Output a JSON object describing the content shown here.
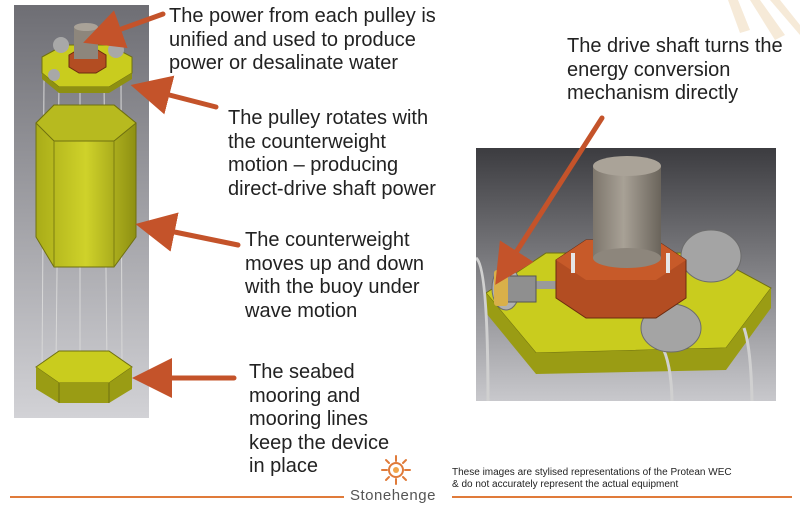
{
  "captions": {
    "pulley_power": "The power from each pulley is\nunified and used to produce\npower or desalinate water",
    "pulley_rotates": "The pulley rotates with\nthe counterweight\nmotion – producing\ndirect-drive shaft power",
    "counterweight": "The counterweight\nmoves up and down\nwith the buoy under\nwave motion",
    "mooring": "The seabed\nmooring and\nmooring lines\nkeep the device\nin place",
    "drive_shaft": "The drive shaft turns the\nenergy conversion\nmechanism directly"
  },
  "disclaimer": "These images are stylised representations of the Protean WEC\n& do not accurately represent the actual equipment",
  "brand": "Stonehenge",
  "colors": {
    "accent": "#e07b3a",
    "arrow": "#c4532a",
    "yellow": "#c9cc1e",
    "hub": "#b34d22",
    "cylinder": "#9a9288"
  }
}
